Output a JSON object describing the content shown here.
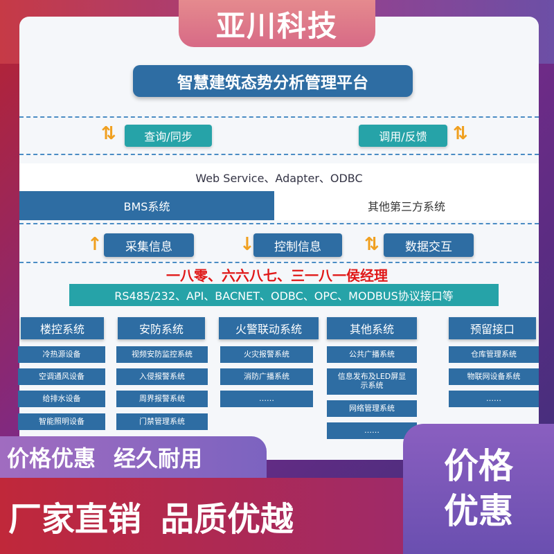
{
  "brand": "亚川科技",
  "platform_title": "智慧建筑态势分析管理平台",
  "sync": {
    "left_label": "查询/同步",
    "right_label": "调用/反馈"
  },
  "middleware": "Web Service、Adapter、ODBC",
  "systems": {
    "bms": "BMS系统",
    "third_party": "其他第三方系统"
  },
  "flow": {
    "collect": "采集信息",
    "control": "控制信息",
    "exchange": "数据交互"
  },
  "contact": "一八零、六六八七、三一八一侯经理",
  "protocols": "RS485/232、API、BACNET、ODBC、OPC、MODBUS协议接口等",
  "columns": [
    {
      "title": "楼控系统",
      "items": [
        "冷热源设备",
        "空调通风设备",
        "给排水设备",
        "智能照明设备"
      ]
    },
    {
      "title": "安防系统",
      "items": [
        "视频安防监控系统",
        "入侵报警系统",
        "周界报警系统",
        "门禁管理系统"
      ]
    },
    {
      "title": "火警联动系统",
      "items": [
        "火灾报警系统",
        "消防广播系统",
        "……"
      ]
    },
    {
      "title": "其他系统",
      "items": [
        "公共广播系统",
        "信息发布及LED屏显示系统",
        "网络管理系统",
        "……"
      ]
    },
    {
      "title": "预留接口",
      "items": [
        "仓库管理系统",
        "物联网设备系统",
        "……"
      ]
    }
  ],
  "promo": {
    "left_a": "价格优惠",
    "left_b": "经久耐用",
    "bottom_a": "厂家直销",
    "bottom_b": "品质优越",
    "right_a": "价格",
    "right_b": "优惠"
  },
  "icons": {
    "up_down": "up-down-arrow-icon",
    "up": "up-arrow-icon",
    "down": "down-arrow-icon"
  }
}
